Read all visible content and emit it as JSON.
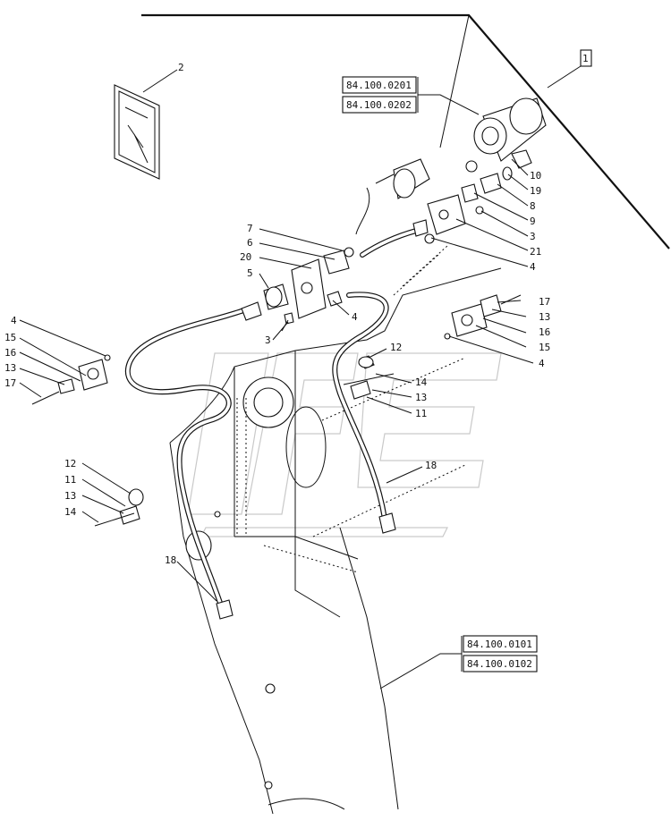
{
  "references": {
    "top_1": "84.100.0201",
    "top_2": "84.100.0202",
    "bottom_1": "84.100.0101",
    "bottom_2": "84.100.0102"
  },
  "corner_tag": "1",
  "callouts": {
    "c2": "2",
    "c10": "10",
    "c19": "19",
    "c8": "8",
    "c9": "9",
    "c3a": "3",
    "c21": "21",
    "c4a": "4",
    "c7": "7",
    "c6": "6",
    "c20": "20",
    "c5": "5",
    "c4b": "4",
    "c3b": "3",
    "c17r": "17",
    "c13r": "13",
    "c16r": "16",
    "c15r": "15",
    "c4r": "4",
    "c4l": "4",
    "c15l": "15",
    "c16l": "16",
    "c13l": "13",
    "c17l": "17",
    "c12a": "12",
    "c14a": "14",
    "c13a": "13",
    "c11a": "11",
    "c12b": "12",
    "c11b": "11",
    "c13b": "13",
    "c14b": "14",
    "c18a": "18",
    "c18b": "18"
  }
}
